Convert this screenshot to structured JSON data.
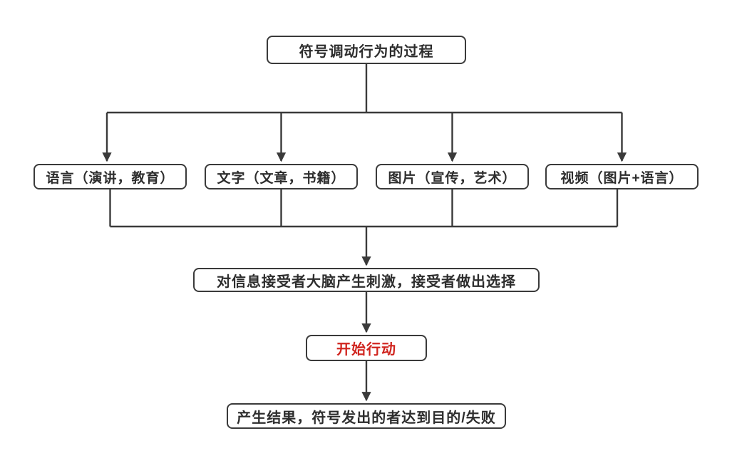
{
  "diagram": {
    "nodes": {
      "root": {
        "label": "符号调动行为的过程"
      },
      "channels": [
        {
          "label": "语言（演讲，教育）"
        },
        {
          "label": "文字（文章，书籍）"
        },
        {
          "label": "图片（宣传，艺术）"
        },
        {
          "label": "视频（图片+语言）"
        }
      ],
      "stimulus": {
        "label": "对信息接受者大脑产生刺激，接受者做出选择"
      },
      "action": {
        "label": "开始行动"
      },
      "result": {
        "label": "产生结果，符号发出的者达到目的/失败"
      }
    },
    "edges": [
      {
        "from": "root",
        "to": "channel-language"
      },
      {
        "from": "root",
        "to": "channel-text"
      },
      {
        "from": "root",
        "to": "channel-picture"
      },
      {
        "from": "root",
        "to": "channel-video"
      },
      {
        "from": "channel-language",
        "to": "stimulus"
      },
      {
        "from": "channel-text",
        "to": "stimulus"
      },
      {
        "from": "channel-picture",
        "to": "stimulus"
      },
      {
        "from": "channel-video",
        "to": "stimulus"
      },
      {
        "from": "stimulus",
        "to": "action"
      },
      {
        "from": "action",
        "to": "result"
      }
    ]
  },
  "colors": {
    "line": "#3a3a3a",
    "ink": "#2d2d2d",
    "accent_red": "#d0241e",
    "background": "#ffffff"
  }
}
